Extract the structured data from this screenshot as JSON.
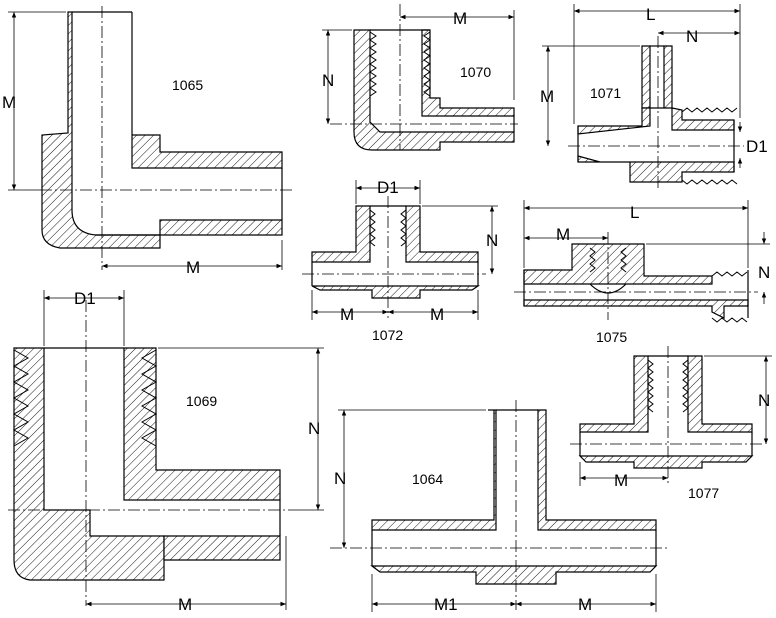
{
  "colors": {
    "line": "#000000",
    "background": "#ffffff"
  },
  "parts": [
    {
      "id": "1065",
      "number": "1065",
      "dims": {
        "m_vertical": "M",
        "m_horizontal": "M"
      }
    },
    {
      "id": "1070",
      "number": "1070",
      "dims": {
        "m": "M",
        "n": "N"
      }
    },
    {
      "id": "1071",
      "number": "1071",
      "dims": {
        "l": "L",
        "n": "N",
        "m": "M",
        "d1": "D1"
      }
    },
    {
      "id": "1072",
      "number": "1072",
      "dims": {
        "d1": "D1",
        "n": "N",
        "m_left": "M",
        "m_right": "M"
      }
    },
    {
      "id": "1075",
      "number": "1075",
      "dims": {
        "l": "L",
        "m": "M",
        "n": "N"
      }
    },
    {
      "id": "1069",
      "number": "1069",
      "dims": {
        "d1": "D1",
        "n": "N",
        "m": "M"
      }
    },
    {
      "id": "1064",
      "number": "1064",
      "dims": {
        "n": "N",
        "m1": "M1",
        "m": "M"
      }
    },
    {
      "id": "1077",
      "number": "1077",
      "dims": {
        "n": "N",
        "m": "M"
      }
    }
  ]
}
